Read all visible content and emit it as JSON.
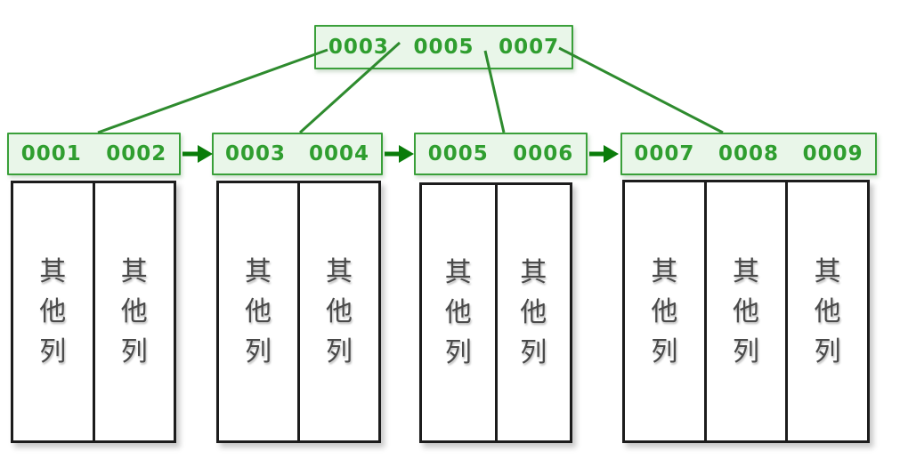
{
  "diagram_type": "bplus-tree-index",
  "root": {
    "keys": [
      "0003",
      "0005",
      "0007"
    ]
  },
  "leaves": [
    {
      "keys": [
        "0001",
        "0002"
      ],
      "columns": [
        "其他列",
        "其他列"
      ]
    },
    {
      "keys": [
        "0003",
        "0004"
      ],
      "columns": [
        "其他列",
        "其他列"
      ]
    },
    {
      "keys": [
        "0005",
        "0006"
      ],
      "columns": [
        "其他列",
        "其他列"
      ]
    },
    {
      "keys": [
        "0007",
        "0008",
        "0009"
      ],
      "columns": [
        "其他列",
        "其他列",
        "其他列"
      ]
    }
  ],
  "colors": {
    "node_fill": "#e9f6e9",
    "node_border": "#3aa03a",
    "key_text": "#2f9e2f",
    "connector_line": "#2e8b2e",
    "arrow": "#0a7c0a",
    "column_border": "#1c1c1c",
    "column_text": "#4a4a4a"
  }
}
